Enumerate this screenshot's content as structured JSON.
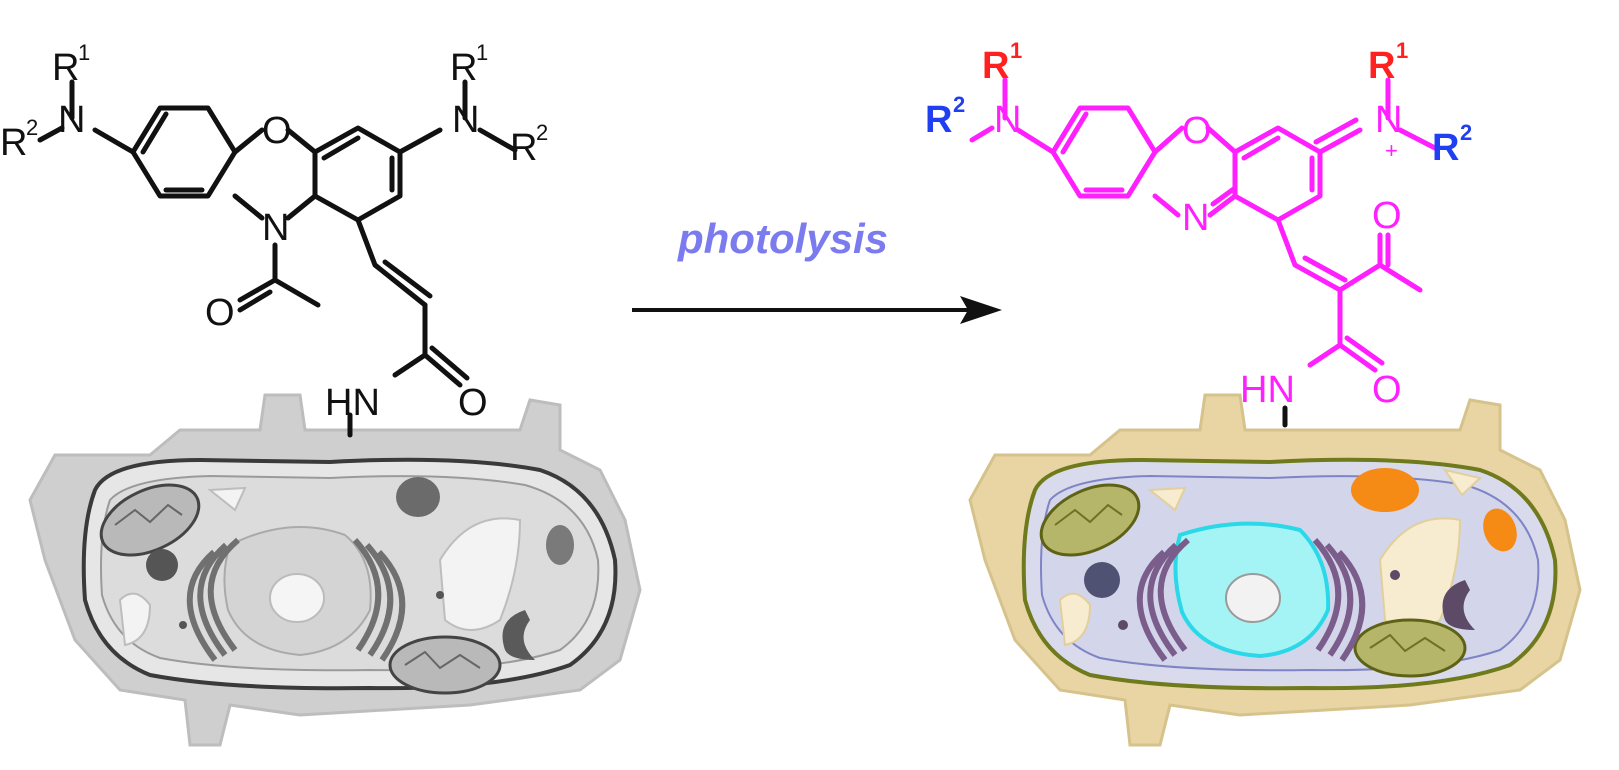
{
  "reactant": {
    "color": "#111111",
    "labels": {
      "r1": "R",
      "r2": "R",
      "sup1": "1",
      "sup2": "2",
      "n": "N",
      "o": "O",
      "hn": "HN"
    }
  },
  "arrow": {
    "label": "photolysis",
    "label_color": "#7b7bf0",
    "line_color": "#111111"
  },
  "product": {
    "color": "#ff1fff",
    "r1_color": "#ff2020",
    "r2_color": "#1f3ff0",
    "labels": {
      "r1": "R",
      "r2": "R",
      "sup1": "1",
      "sup2": "2",
      "n": "N",
      "o": "O",
      "hn": "HN",
      "plus": "+"
    }
  },
  "cells": {
    "left": {
      "state": "grayscale"
    },
    "right": {
      "state": "colored"
    }
  }
}
